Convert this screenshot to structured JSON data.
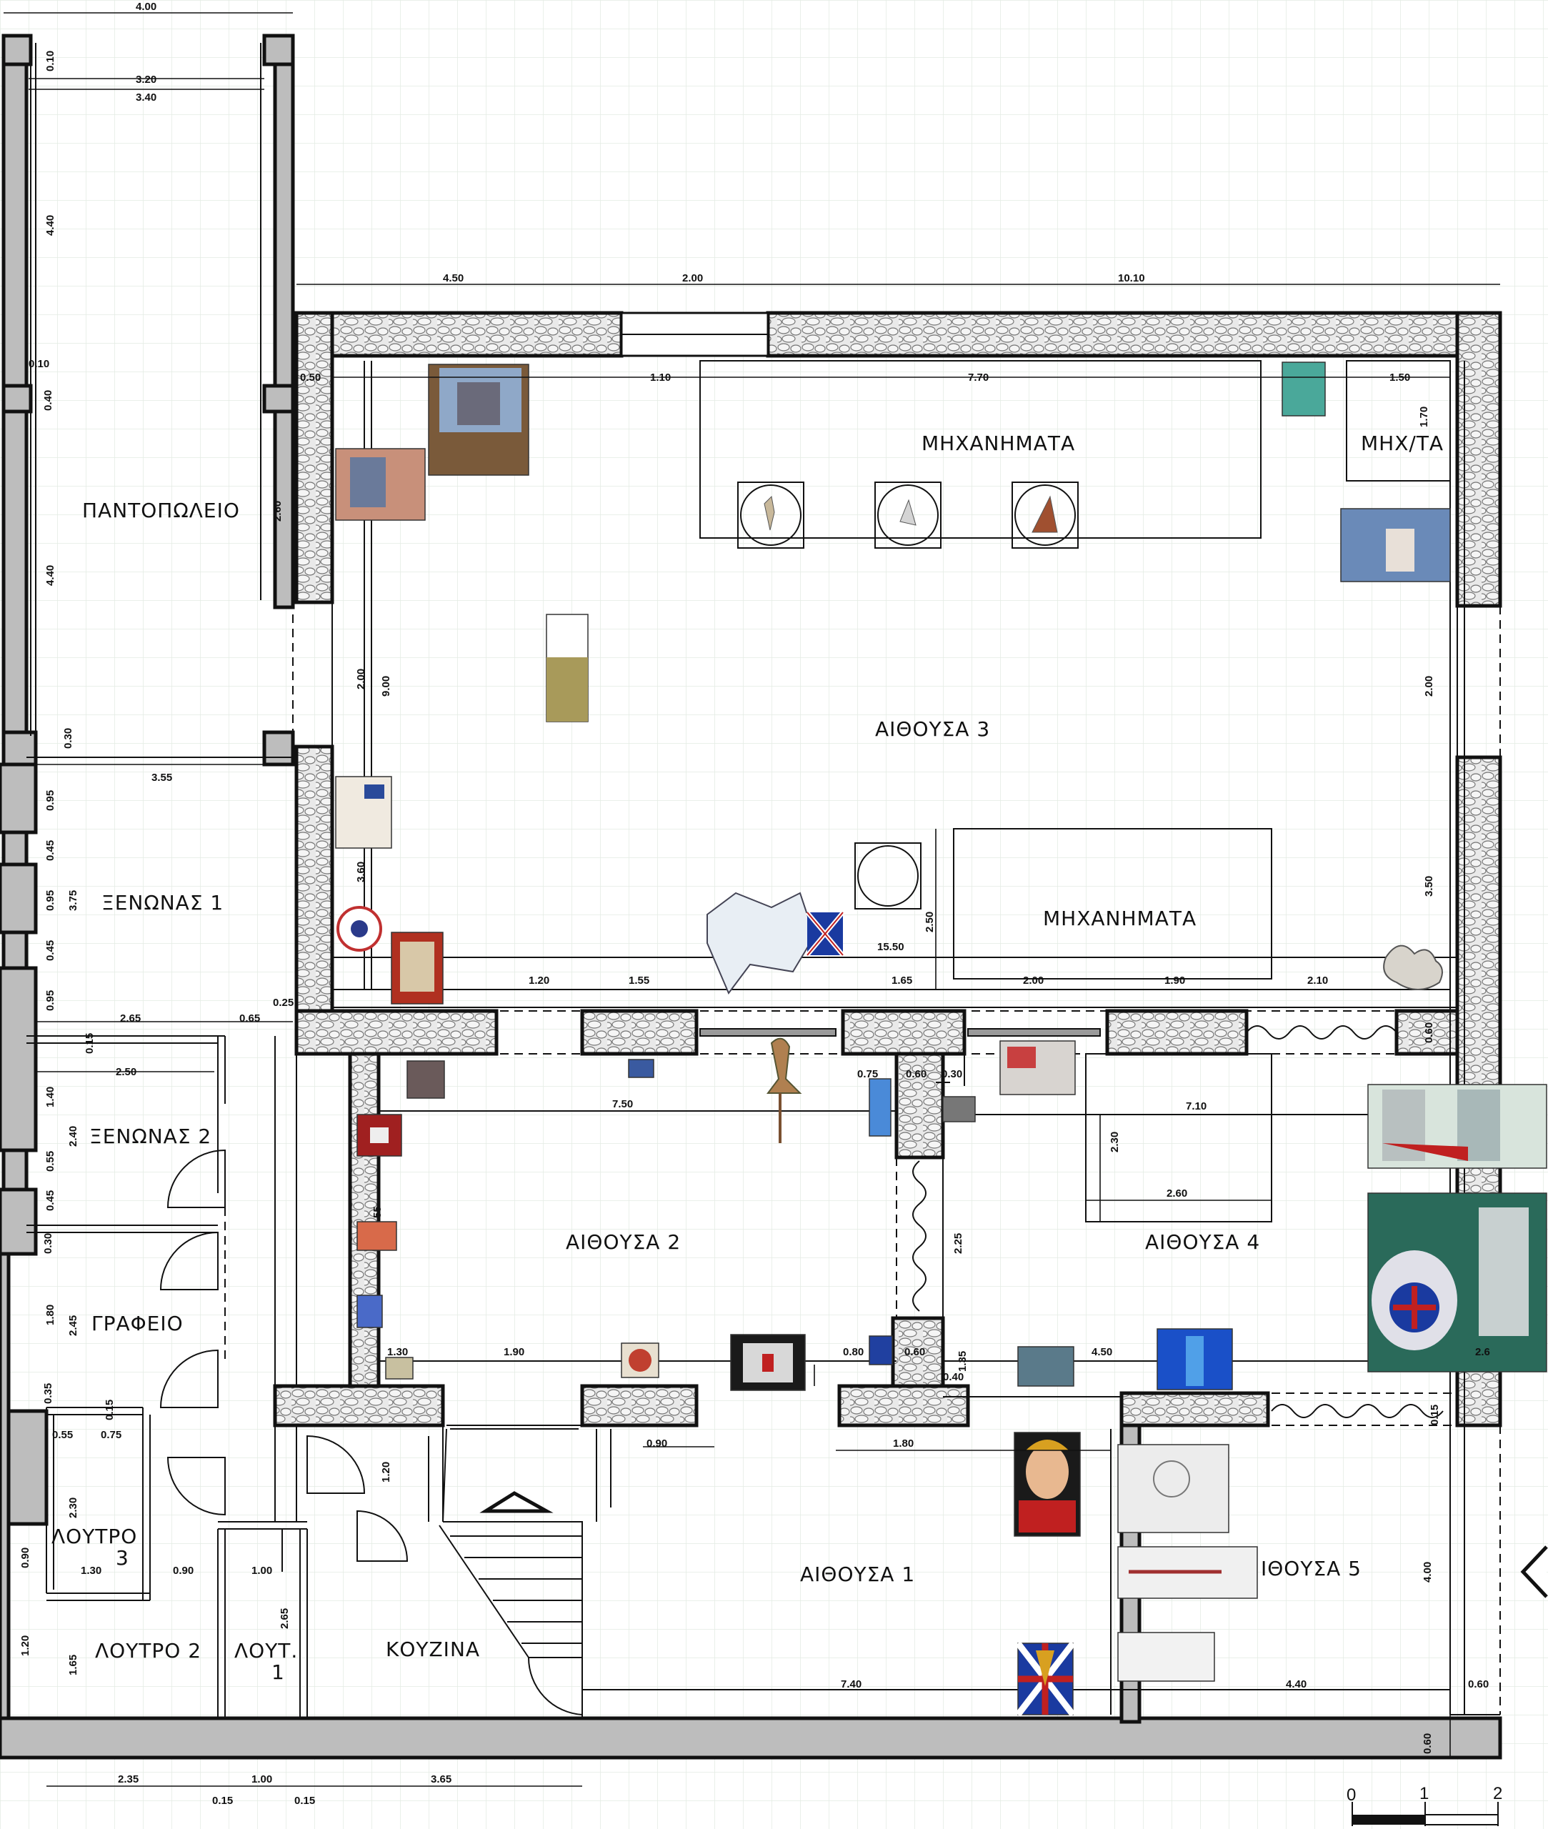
{
  "rooms": {
    "pantopoleio": "ΠΑΝΤΟΠΩΛΕΙΟ",
    "xenonas1": "ΞΕΝΩΝΑΣ 1",
    "xenonas2": "ΞΕΝΩΝΑΣ 2",
    "grafeio": "ΓΡΑΦΕΙΟ",
    "loutro3_a": "ΛΟΥΤΡΟ",
    "loutro3_b": "3",
    "loutro2": "ΛΟΥΤΡΟ 2",
    "lout1_a": "ΛΟΥΤ.",
    "lout1_b": "1",
    "kouzina": "ΚΟΥΖΙΝΑ",
    "aithousa1": "ΑΙΘΟΥΣΑ 1",
    "aithousa2": "ΑΙΘΟΥΣΑ 2",
    "aithousa3": "ΑΙΘΟΥΣΑ 3",
    "aithousa4": "ΑΙΘΟΥΣΑ 4",
    "aithousa5": "ΙΘΟΥΣΑ 5",
    "mixanimata1": "ΜΗΧΑΝΗΜΑΤΑ",
    "mixanimata2": "ΜΗΧΑΝΗΜΑΤΑ",
    "mixta": "ΜΗΧ/ΤΑ"
  },
  "dimensions": {
    "d400": "4.00",
    "d010a": "0.10",
    "d320": "3.20",
    "d340": "3.40",
    "d440a": "4.40",
    "d010b": "0.10",
    "d040": "0.40",
    "d440b": "4.40",
    "d260": "2.60",
    "d030a": "0.30",
    "d450a": "4.50",
    "d200a": "2.00",
    "d1010": "10.10",
    "d050": "0.50",
    "d110": "1.10",
    "d770": "7.70",
    "d150": "1.50",
    "d170": "1.70",
    "d200b": "2.00",
    "d900": "9.00",
    "d200c": "2.00",
    "d355": "3.55",
    "d095a": "0.95",
    "d045a": "0.45",
    "d375": "3.75",
    "d095b": "0.95",
    "d045b": "0.45",
    "d095c": "0.95",
    "d360": "3.60",
    "d350": "3.50",
    "d250": "2.50",
    "d1550": "15.50",
    "d120a": "1.20",
    "d155": "1.55",
    "d165": "1.65",
    "d200d": "2.00",
    "d190a": "1.90",
    "d210": "2.10",
    "d060a": "0.60",
    "d025": "0.25",
    "d265a": "2.65",
    "d065": "0.65",
    "d015a": "0.15",
    "d250b": "2.50",
    "d140": "1.40",
    "d240": "2.40",
    "d055a": "0.55",
    "d045c": "0.45",
    "d030b": "0.30",
    "d075a": "0.75",
    "d060b": "0.60",
    "d030c": "0.30",
    "d750": "7.50",
    "d710": "7.10",
    "d230a": "2.30",
    "d260b": "2.60",
    "d55": "55",
    "d225": "2.25",
    "d180a": "1.80",
    "d245": "2.45",
    "d130a": "1.30",
    "d190b": "1.90",
    "d080": "0.80",
    "d060c": "0.60",
    "d135": "1.35",
    "d040b": "0.40",
    "d450b": "4.50",
    "d26": "2.6",
    "d035": "0.35",
    "d015b": "0.15",
    "d055b": "0.55",
    "d075b": "0.75",
    "d090a": "0.90",
    "d180b": "1.80",
    "d015c": "0.15",
    "d230b": "2.30",
    "d120b": "1.20",
    "d090b": "0.90",
    "d130b": "1.30",
    "d090c": "0.90",
    "d100a": "1.00",
    "d120c": "1.20",
    "d165b": "1.65",
    "d265b": "2.65",
    "d400b": "4.00",
    "d740": "7.40",
    "d440c": "4.40",
    "d060d": "0.60",
    "d060e": "0.60",
    "d235": "2.35",
    "d100b": "1.00",
    "d365": "3.65",
    "d015d": "0.15",
    "d015e": "0.15",
    "d4_": "4.00"
  },
  "scale": {
    "s0": "0",
    "s1": "1",
    "s2": "2"
  },
  "colors": {
    "wall_fill": "#bdbdbd",
    "stone_fill": "#e8e8e8",
    "grid": "#e3ece3",
    "ink": "#111111"
  }
}
